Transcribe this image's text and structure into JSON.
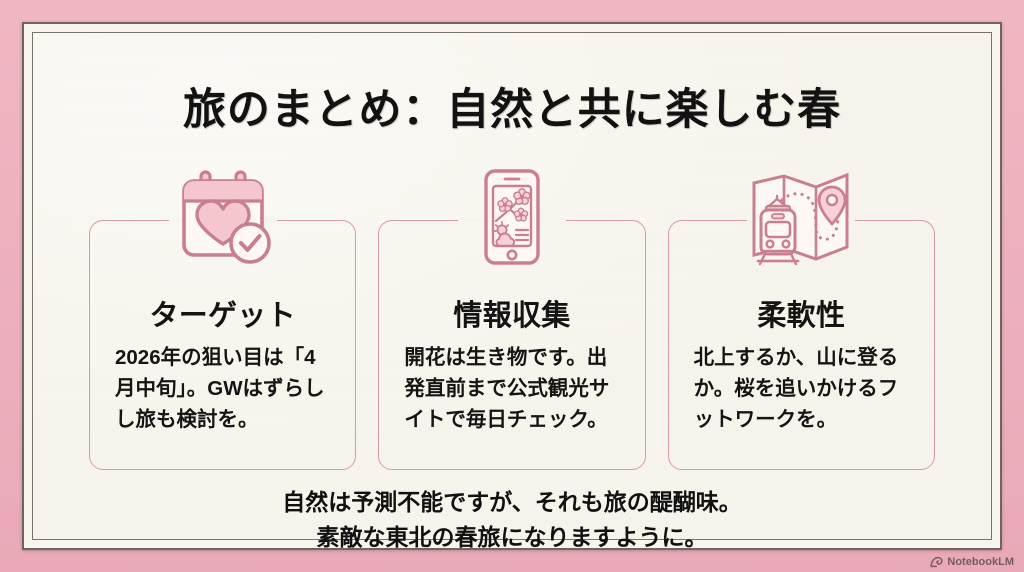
{
  "slide": {
    "title": "旅のまとめ：自然と共に楽しむ春",
    "colors": {
      "mat_pink": "#EFB3C0",
      "paper_cream": "#F7F4EB",
      "rule_dark": "#6E6560",
      "accent_rose": "#C97F8E",
      "accent_rose_light": "#F4C6CE",
      "card_border": "#D79AA8",
      "text_dark": "#121212"
    },
    "cards": [
      {
        "icon": "calendar-heart-check-icon",
        "title": "ターゲット",
        "body": "2026年の狙い目は「4月中旬」。GWはずらしし旅も検討を。"
      },
      {
        "icon": "smartphone-sakura-weather-icon",
        "title": "情報収集",
        "body": "開花は生き物です。出発直前まで公式観光サイトで毎日チェック。"
      },
      {
        "icon": "map-train-route-pin-icon",
        "title": "柔軟性",
        "body": "北上するか、山に登るか。桜を追いかけるフットワークを。"
      }
    ],
    "closing_lines": [
      "自然は予測不能ですが、それも旅の醍醐味。",
      "素敵な東北の春旅になりますように。"
    ],
    "watermark": {
      "icon": "notebooklm-spiral-icon",
      "label": "NotebookLM"
    }
  }
}
